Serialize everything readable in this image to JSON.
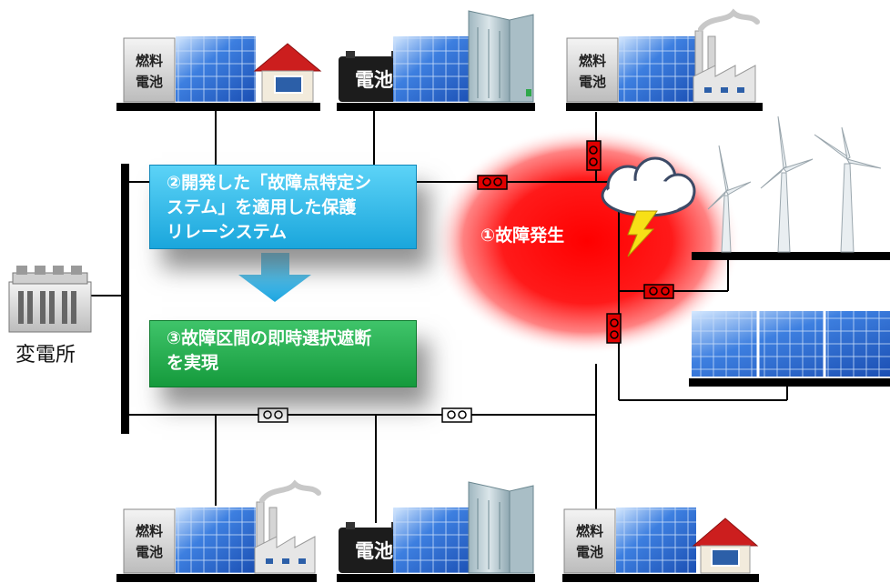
{
  "labels": {
    "fuel_cell_line1": "燃料",
    "fuel_cell_line2": "電池",
    "battery": "電池",
    "substation": "変電所",
    "fault": "①故障発生",
    "callout_2": "②開発した「故障点特定シ\nステム」を適用した保護\nリレーシステム",
    "callout_3": "③故障区間の即時選択遮断\nを実現"
  },
  "colors": {
    "fault_glow": "#ff1a1a",
    "relay_fill": "#e00000",
    "callout_2_fill": "#29b6ea",
    "callout_3_fill": "#1fa84a",
    "arrow_fill": "#37b8ec",
    "line": "#000000"
  },
  "icons": [
    "solar-panel-icon",
    "house-icon",
    "office-building-icon",
    "factory-icon",
    "battery-icon",
    "wind-turbine-icon",
    "storm-cloud-icon",
    "lightning-icon",
    "transformer-icon",
    "relay-switch-icon",
    "down-arrow-icon"
  ]
}
